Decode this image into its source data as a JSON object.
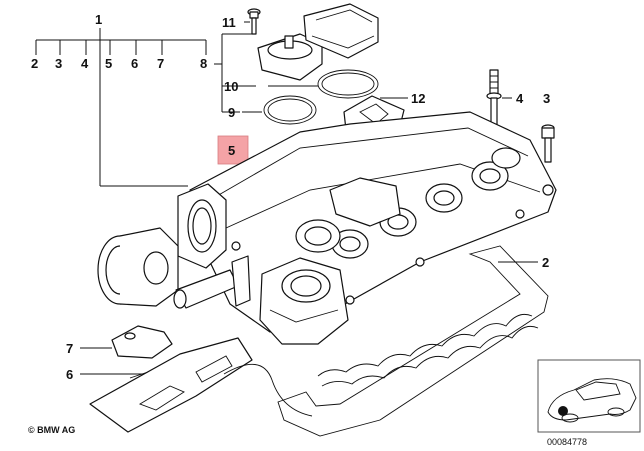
{
  "callouts": {
    "c1": "1",
    "c2_top": "2",
    "c3_top": "3",
    "c4_top": "4",
    "c5_top": "5",
    "c6_top": "6",
    "c7_top": "7",
    "c8": "8",
    "c9": "9",
    "c10": "10",
    "c11": "11",
    "c12": "12",
    "c4_right": "4",
    "c3_right": "3",
    "c5_highlighted": "5",
    "c2_right": "2",
    "c7_bottom": "7",
    "c6_bottom": "6"
  },
  "footer": {
    "copyright": "© BMW AG",
    "reference_number": "00084778"
  },
  "colors": {
    "highlight": "#f4a3a6",
    "line": "#111111",
    "background": "#ffffff"
  }
}
